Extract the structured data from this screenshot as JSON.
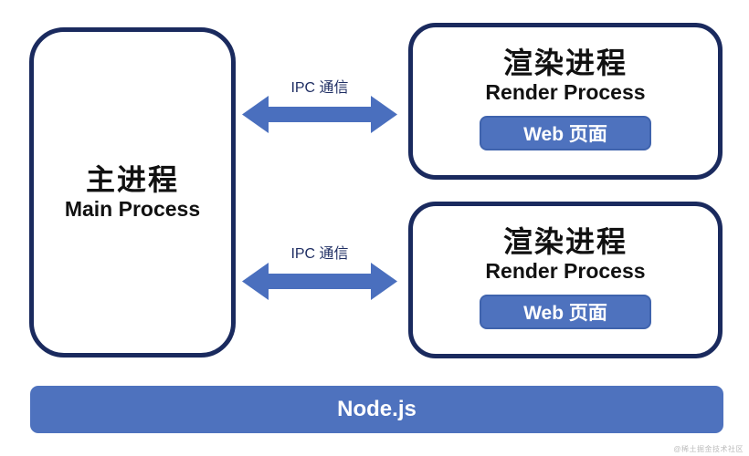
{
  "diagram": {
    "main_process": {
      "title_zh": "主进程",
      "title_en": "Main Process"
    },
    "connections": [
      {
        "label": "IPC 通信",
        "icon": "double-arrow-icon"
      },
      {
        "label": "IPC 通信",
        "icon": "double-arrow-icon"
      }
    ],
    "render_processes": [
      {
        "title_zh": "渲染进程",
        "title_en": "Render Process",
        "web_label": "Web 页面"
      },
      {
        "title_zh": "渲染进程",
        "title_en": "Render Process",
        "web_label": "Web 页面"
      }
    ],
    "platform_bar": {
      "label": "Node.js"
    },
    "watermark": "@稀土掘金技术社区",
    "colors": {
      "border_navy": "#1a2a5e",
      "fill_blue": "#4e72be",
      "arrow_blue": "#4a6fbe",
      "label_navy": "#1f2e63",
      "text_black": "#111111",
      "white": "#ffffff"
    }
  }
}
